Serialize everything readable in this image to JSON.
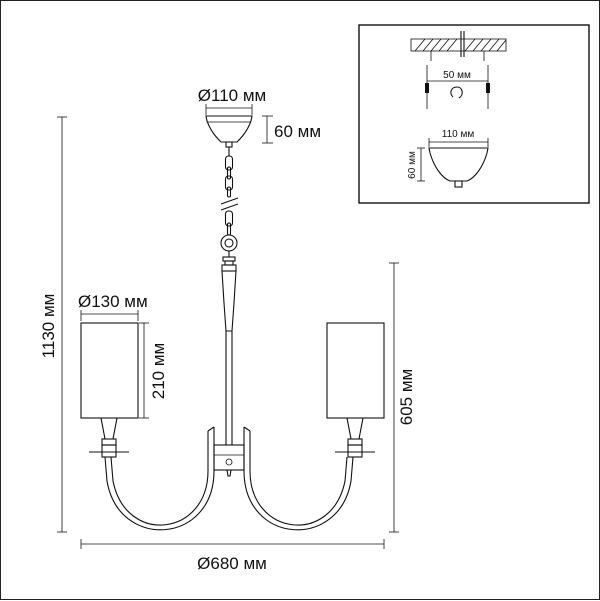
{
  "drawing": {
    "dimensions": {
      "canopy_diameter": "Ø110 мм",
      "canopy_height": "60 мм",
      "total_height": "1130 мм",
      "shade_diameter": "Ø130 мм",
      "shade_height": "210 мм",
      "body_height": "605 мм",
      "total_width": "Ø680 мм"
    },
    "inset": {
      "mount_spacing": "50 мм",
      "canopy_width": "110 мм",
      "canopy_height": "60 мм"
    }
  }
}
